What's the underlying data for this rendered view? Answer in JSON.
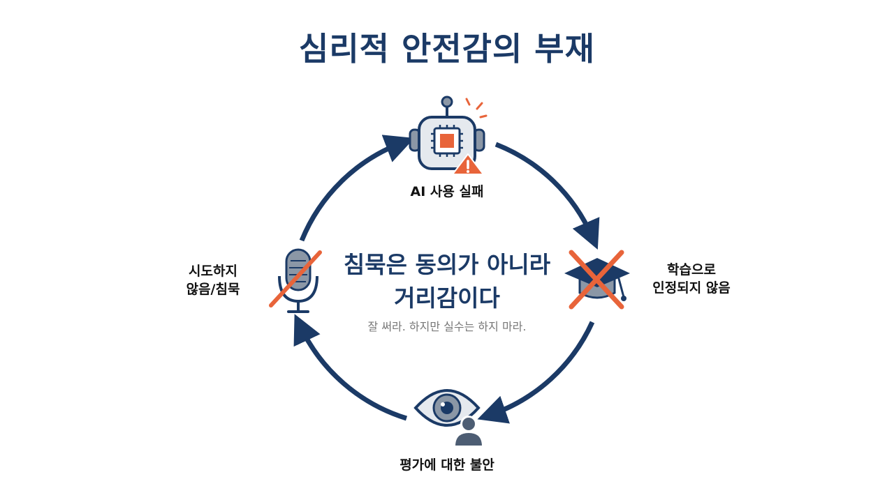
{
  "title": "심리적 안전감의 부재",
  "center": {
    "line1": "침묵은 동의가 아니라",
    "line2": "거리감이다",
    "subtitle": "잘 써라. 하지만 실수는 하지 마라."
  },
  "nodes": {
    "top": {
      "label": "AI 사용 실패",
      "icon": "robot-warning-icon"
    },
    "right": {
      "line1": "학습으로",
      "line2": "인정되지 않음",
      "icon": "graduation-cap-crossed-icon"
    },
    "bottom": {
      "label": "평가에 대한 불안",
      "icon": "eye-person-icon"
    },
    "left": {
      "line1": "시도하지",
      "line2": "않음/침묵",
      "icon": "microphone-crossed-icon"
    }
  },
  "colors": {
    "navy": "#1b3a66",
    "accent": "#e8643a",
    "gray": "#8b97a6"
  }
}
